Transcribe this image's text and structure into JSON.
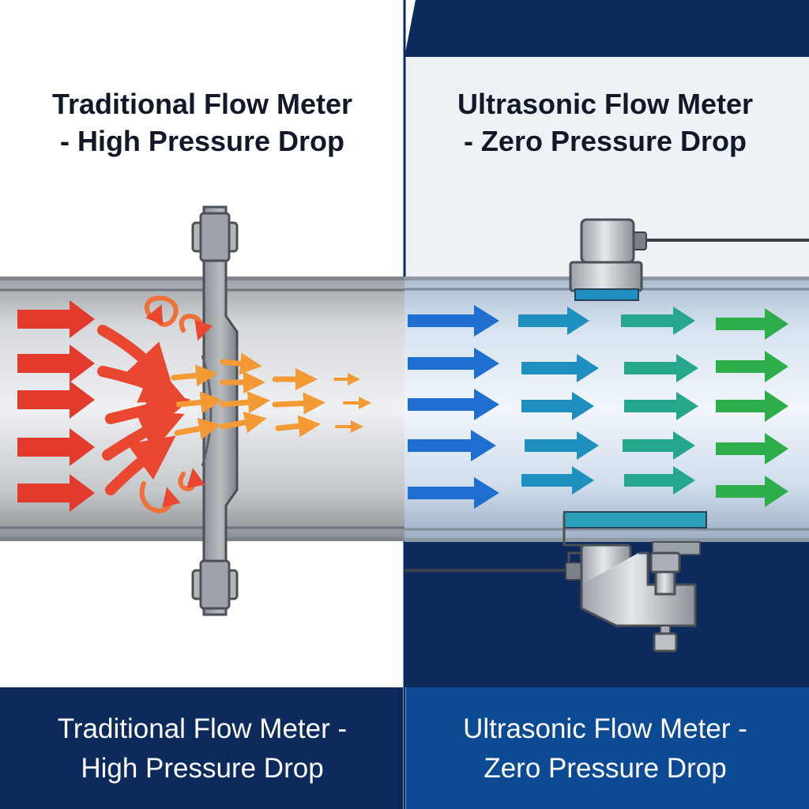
{
  "left_panel": {
    "title_line1": "Traditional Flow Meter",
    "title_line2": "- High Pressure Drop",
    "caption_line1": "Traditional Flow Meter -",
    "caption_line2": "High Pressure Drop"
  },
  "right_panel": {
    "title_line1": "Ultrasonic Flow Meter",
    "title_line2": "- Zero Pressure Drop",
    "caption_line1": "Ultrasonic Flow Meter -",
    "caption_line2": "Zero Pressure Drop"
  },
  "colors": {
    "navy": "#0c2a5b",
    "navy_bar_right": "#0d4a94",
    "pipe_steel": "#c9ccd0",
    "flow_hot": "#e23a2d",
    "flow_warm": "#f39a35",
    "flow_blue": "#1f6fd1",
    "flow_teal": "#1f9fb0",
    "flow_green": "#2eae4a"
  }
}
